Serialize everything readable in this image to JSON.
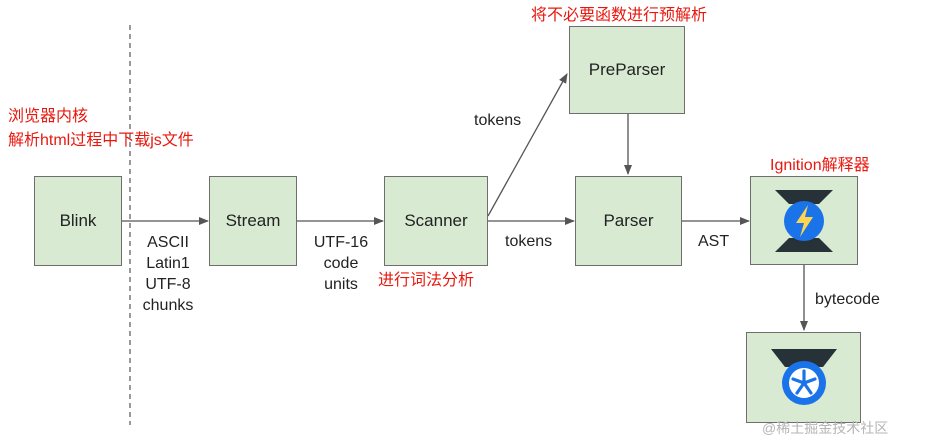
{
  "nodes": {
    "blink": "Blink",
    "stream": "Stream",
    "scanner": "Scanner",
    "preparser": "PreParser",
    "parser": "Parser"
  },
  "edges": {
    "blink_stream": [
      "ASCII",
      "Latin1",
      "UTF-8",
      "chunks"
    ],
    "stream_scanner": [
      "UTF-16",
      "code",
      "units"
    ],
    "scanner_preparser": "tokens",
    "scanner_parser": "tokens",
    "parser_ignition": "AST",
    "ignition_turbofan": "bytecode"
  },
  "annotations": {
    "browser_kernel": [
      "浏览器内核",
      "解析html过程中下载js文件"
    ],
    "lexical": "进行词法分析",
    "preparse": "将不必要函数进行预解析",
    "ignition": "Ignition解释器"
  },
  "watermark": "@稀土掘金技术社区",
  "colors": {
    "node_fill": "#d9ead3",
    "node_border": "#6e6e6e",
    "annotation": "#e8180f",
    "ignition_blue": "#1a73e8",
    "lightning": "#ffd54f"
  }
}
